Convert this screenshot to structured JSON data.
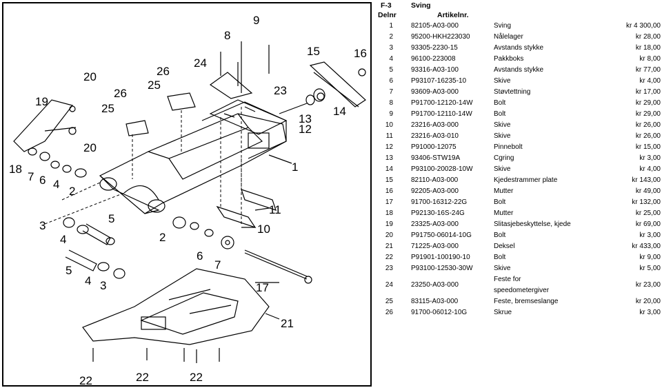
{
  "section": {
    "code": "F-3",
    "title": "Sving"
  },
  "columns": {
    "part_no": "Delnr",
    "article_no": "Artikelnr."
  },
  "parts": [
    {
      "no": "1",
      "article": "82105-A03-000",
      "description": "Sving",
      "price": "kr  4 300,00"
    },
    {
      "no": "2",
      "article": "95200-HKH223030",
      "description": "Nålelager",
      "price": "kr  28,00"
    },
    {
      "no": "3",
      "article": "93305-2230-15",
      "description": "Avstands stykke",
      "price": "kr  18,00"
    },
    {
      "no": "4",
      "article": "96100-223008",
      "description": "Pakkboks",
      "price": "kr  8,00"
    },
    {
      "no": "5",
      "article": "93316-A03-100",
      "description": "Avstands stykke",
      "price": "kr  77,00"
    },
    {
      "no": "6",
      "article": "P93107-16235-10",
      "description": "Skive",
      "price": "kr  4,00"
    },
    {
      "no": "7",
      "article": "93609-A03-000",
      "description": "Støvtettning",
      "price": "kr  17,00"
    },
    {
      "no": "8",
      "article": "P91700-12120-14W",
      "description": "Bolt",
      "price": "kr  29,00"
    },
    {
      "no": "9",
      "article": "P91700-12110-14W",
      "description": "Bolt",
      "price": "kr  29,00"
    },
    {
      "no": "10",
      "article": "23216-A03-000",
      "description": "Skive",
      "price": "kr  26,00"
    },
    {
      "no": "11",
      "article": "23216-A03-010",
      "description": "Skive",
      "price": "kr  26,00"
    },
    {
      "no": "12",
      "article": "P91000-12075",
      "description": "Pinnebolt",
      "price": "kr  15,00"
    },
    {
      "no": "13",
      "article": "93406-STW19A",
      "description": "Cgring",
      "price": "kr  3,00"
    },
    {
      "no": "14",
      "article": "P93100-20028-10W",
      "description": "Skive",
      "price": "kr  4,00"
    },
    {
      "no": "15",
      "article": "82110-A03-000",
      "description": "Kjedestrammer plate",
      "price": "kr  143,00"
    },
    {
      "no": "16",
      "article": "92205-A03-000",
      "description": "Mutter",
      "price": "kr  49,00"
    },
    {
      "no": "17",
      "article": "91700-16312-22G",
      "description": "Bolt",
      "price": "kr  132,00"
    },
    {
      "no": "18",
      "article": "P92130-16S-24G",
      "description": "Mutter",
      "price": "kr  25,00"
    },
    {
      "no": "19",
      "article": "23325-A03-000",
      "description": "Slitasjebeskyttelse, kjede",
      "price": "kr  69,00"
    },
    {
      "no": "20",
      "article": "P91750-06014-10G",
      "description": "Bolt",
      "price": "kr  3,00"
    },
    {
      "no": "21",
      "article": "71225-A03-000",
      "description": "Deksel",
      "price": "kr  433,00"
    },
    {
      "no": "22",
      "article": "P91901-100190-10",
      "description": "Bolt",
      "price": "kr  9,00"
    },
    {
      "no": "23",
      "article": "P93100-12530-30W",
      "description": "Skive",
      "price": "kr  5,00"
    },
    {
      "no": "24",
      "article": "23250-A03-000",
      "description": "Feste for speedometergiver",
      "price": "kr  23,00"
    },
    {
      "no": "25",
      "article": "83115-A03-000",
      "description": "Feste, bremseslange",
      "price": "kr  20,00"
    },
    {
      "no": "26",
      "article": "91700-06012-10G",
      "description": "Skrue",
      "price": "kr  3,00"
    }
  ],
  "diagram": {
    "callouts": [
      "1",
      "2",
      "2",
      "3",
      "3",
      "4",
      "4",
      "4",
      "5",
      "5",
      "6",
      "6",
      "7",
      "7",
      "8",
      "9",
      "10",
      "11",
      "12",
      "13",
      "14",
      "15",
      "16",
      "17",
      "18",
      "19",
      "20",
      "20",
      "21",
      "22",
      "22",
      "22",
      "23",
      "24",
      "25",
      "25",
      "26",
      "26"
    ]
  }
}
